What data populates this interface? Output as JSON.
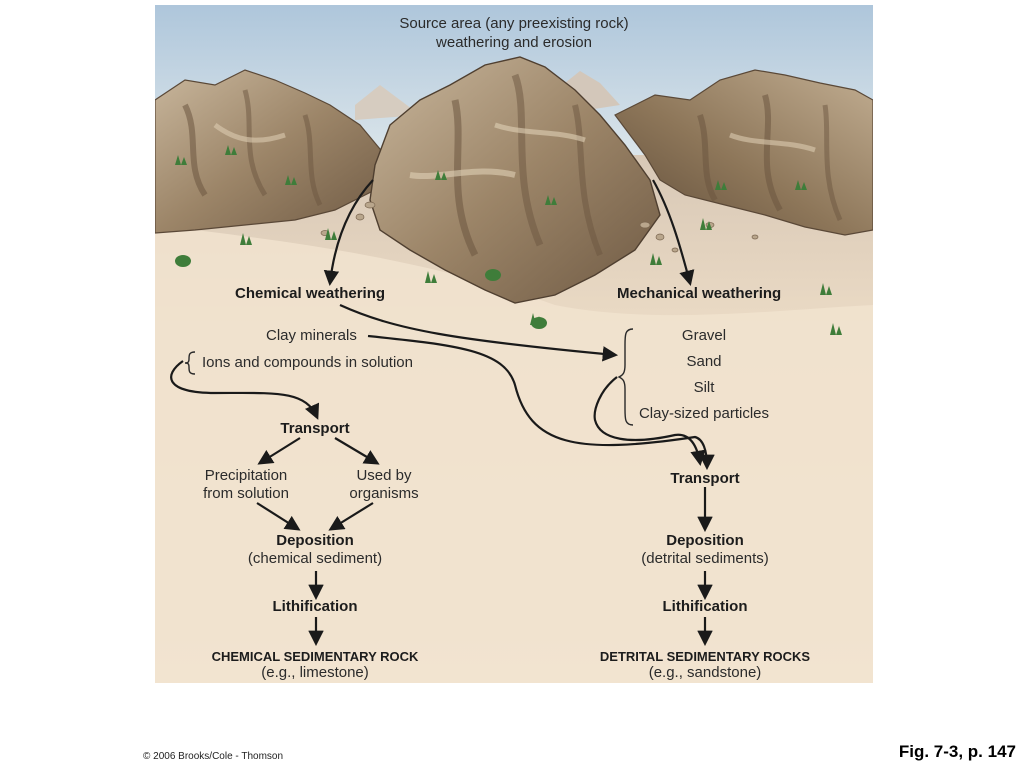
{
  "diagram": {
    "source": {
      "line1": "Source area (any preexisting rock)",
      "line2": "weathering and erosion"
    },
    "chemical": {
      "weathering": "Chemical weathering",
      "clay_minerals": "Clay minerals",
      "ions": "Ions and compounds in solution",
      "transport": "Transport",
      "precipitation": "Precipitation\nfrom solution",
      "organisms": "Used by\norganisms",
      "deposition": "Deposition",
      "deposition_note": "(chemical sediment)",
      "lithification": "Lithification",
      "rock": "CHEMICAL SEDIMENTARY ROCK",
      "rock_example": "(e.g., limestone)"
    },
    "mechanical": {
      "weathering": "Mechanical weathering",
      "particles": [
        "Gravel",
        "Sand",
        "Silt",
        "Clay-sized particles"
      ],
      "transport": "Transport",
      "deposition": "Deposition",
      "deposition_note": "(detrital sediments)",
      "lithification": "Lithification",
      "rock": "DETRITAL SEDIMENTARY ROCKS",
      "rock_example": "(e.g., sandstone)"
    }
  },
  "footer": {
    "copyright": "© 2006 Brooks/Cole - Thomson",
    "figure_ref": "Fig. 7-3, p. 147"
  },
  "colors": {
    "sky_top": "#b7cde0",
    "sand": "#efdcc3",
    "rock": "#a08b72",
    "rock_dark": "#6e5b47",
    "vegetation": "#3f7d3a",
    "arrow": "#1a1a1a"
  }
}
